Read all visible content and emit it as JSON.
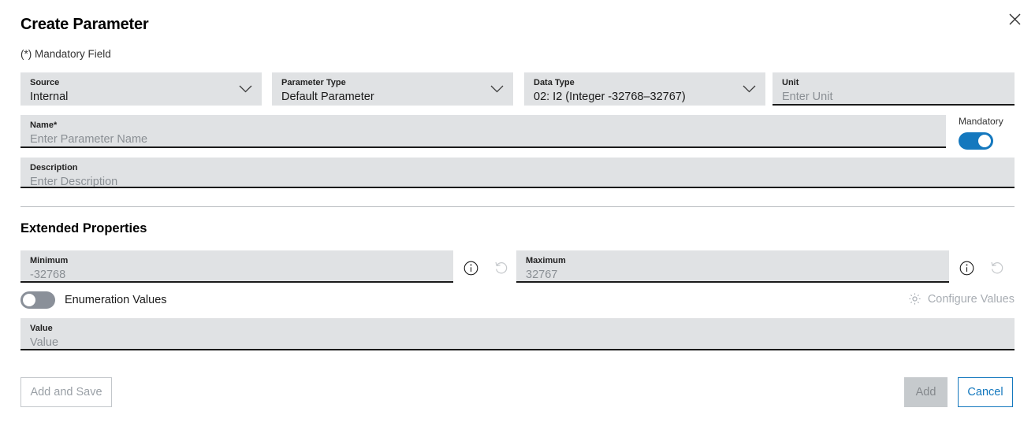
{
  "dialog": {
    "title": "Create Parameter",
    "mandatory_note": "(*) Mandatory Field",
    "close_icon": "close-icon"
  },
  "fields": {
    "source": {
      "label": "Source",
      "value": "Internal",
      "is_placeholder": false,
      "icon": "chevron-down-icon"
    },
    "param_type": {
      "label": "Parameter Type",
      "value": "Default Parameter",
      "is_placeholder": false,
      "icon": "chevron-down-icon"
    },
    "data_type": {
      "label": "Data Type",
      "value": "02: I2 (Integer -32768–32767)",
      "is_placeholder": false,
      "icon": "chevron-down-icon"
    },
    "unit": {
      "label": "Unit",
      "value": "Enter Unit",
      "is_placeholder": true
    },
    "name": {
      "label": "Name",
      "required_mark": "*",
      "value": "Enter Parameter Name",
      "is_placeholder": true
    },
    "description": {
      "label": "Description",
      "value": "Enter Description",
      "is_placeholder": true
    },
    "minimum": {
      "label": "Minimum",
      "value": "-32768",
      "is_placeholder": true
    },
    "maximum": {
      "label": "Maximum",
      "value": "32767",
      "is_placeholder": true
    },
    "value": {
      "label": "Value",
      "value": "Value",
      "is_placeholder": true
    }
  },
  "mandatory_toggle": {
    "label": "Mandatory",
    "state": "on"
  },
  "extended_properties": {
    "section_title": "Extended Properties",
    "min_info_icon": "info-icon",
    "min_reset_icon": "reset-icon",
    "max_info_icon": "info-icon",
    "max_reset_icon": "reset-icon"
  },
  "enumeration": {
    "label": "Enumeration Values",
    "state": "off",
    "configure_label": "Configure Values",
    "configure_icon": "gear-icon"
  },
  "footer": {
    "add_and_save_label": "Add and Save",
    "add_label": "Add",
    "cancel_label": "Cancel"
  },
  "colors": {
    "accent_blue": "#1478be",
    "field_bg": "#e0e2e4",
    "disabled_gray": "#c6cacd",
    "placeholder_text": "#8a8f94"
  }
}
